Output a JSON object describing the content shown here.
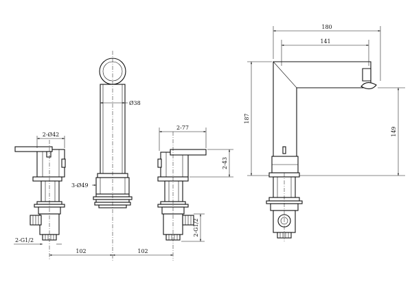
{
  "dimensions": {
    "dim_180": "180",
    "dim_141": "141",
    "dim_187": "187",
    "dim_149": "149",
    "dim_38": "Ø38",
    "dim_2x42": "2-Ø42",
    "dim_2x77": "2-77",
    "dim_2x43": "2-43",
    "dim_3x49": "3-Ø49",
    "dim_2xG12_left": "2-G1/2",
    "dim_2xG12_right": "2-G1/2",
    "dim_102_left": "102",
    "dim_102_right": "102"
  }
}
